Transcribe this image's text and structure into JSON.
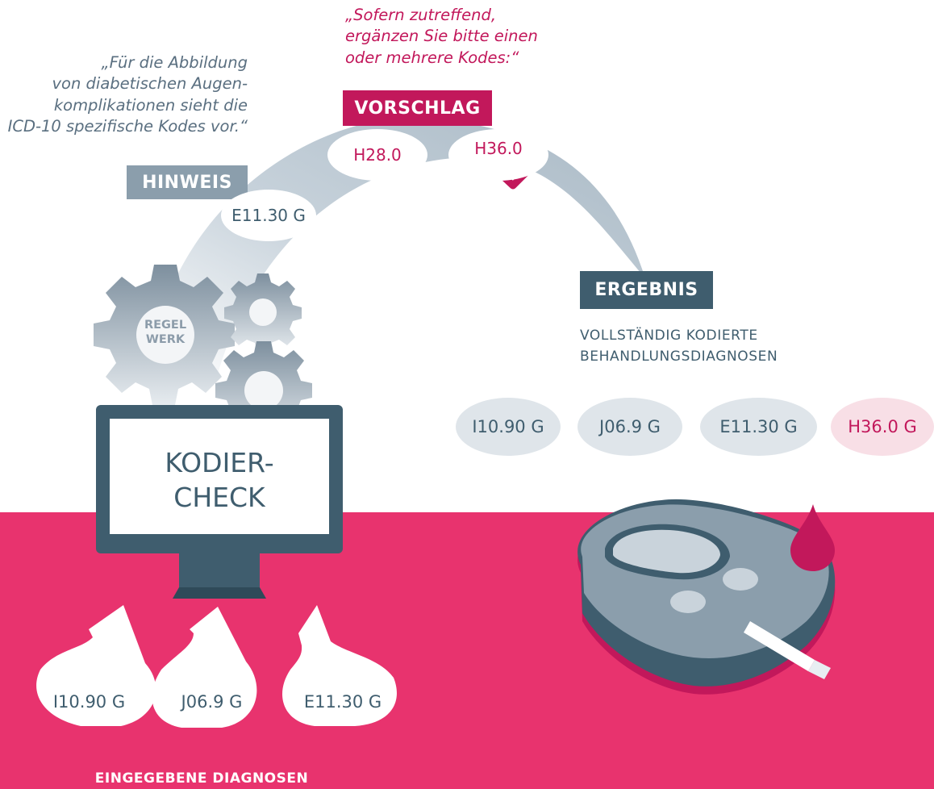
{
  "quotes": {
    "hinweis_quote": "„Für die Abbildung\nvon diabetischen Augen-\nkomplikationen sieht die\nICD-10 spezifische Kodes vor.“",
    "vorschlag_quote": "„Sofern zutreffend,\nergänzen Sie bitte einen\noder mehrere Kodes:“"
  },
  "tags": {
    "hinweis": "HINWEIS",
    "vorschlag": "VORSCHLAG",
    "ergebnis": "ERGEBNIS"
  },
  "hinweis_code": "E11.30 G",
  "vorschlag_codes": [
    "H28.0",
    "H36.0"
  ],
  "gear_label_line1": "REGEL",
  "gear_label_line2": "WERK",
  "monitor_line1": "KODIER-",
  "monitor_line2": "CHECK",
  "result": {
    "subtitle_line1": "VOLLSTÄNDIG KODIERTE",
    "subtitle_line2": "BEHANDLUNGSDIAGNOSEN",
    "codes": [
      "I10.90 G",
      "J06.9 G",
      "E11.30 G",
      "H36.0 G"
    ]
  },
  "input": {
    "codes": [
      "I10.90 G",
      "J06.9 G",
      "E11.30 G"
    ],
    "caption": "EINGEGEBENE DIAGNOSEN"
  },
  "colors": {
    "pink": "#e8336e",
    "magenta_text": "#c2185b",
    "slate": "#3f5d6e",
    "gear_gray": "#8c9caa",
    "result_bubble": "#dfe5ea",
    "highlight_bubble": "#f8dfe6"
  }
}
